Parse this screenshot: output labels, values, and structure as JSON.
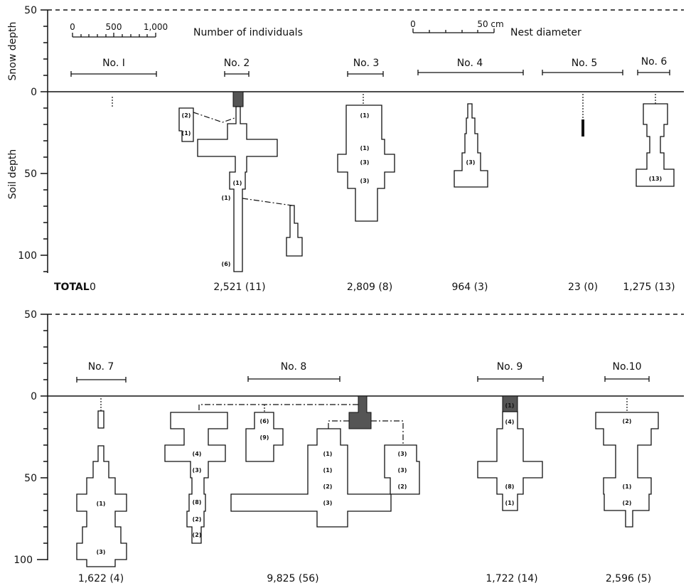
{
  "axes": {
    "snow_depth_label": "Snow depth",
    "soil_depth_label": "Soil depth",
    "top_ticks": [
      "50",
      "0",
      "50",
      "100"
    ],
    "bottom_ticks": [
      "50",
      "0",
      "50",
      "100"
    ]
  },
  "scales": {
    "individuals": {
      "ticks": [
        "0",
        "500",
        "1,000"
      ],
      "label": "Number of individuals"
    },
    "diameter": {
      "ticks": [
        "0",
        "50 cm"
      ],
      "label": "Nest diameter"
    }
  },
  "top_panel": {
    "total_label": "TOTAL",
    "nests": [
      {
        "name": "No. I",
        "total": "0"
      },
      {
        "name": "No. 2",
        "total": "2,521 (11)"
      },
      {
        "name": "No. 3",
        "total": "2,809 (8)"
      },
      {
        "name": "No. 4",
        "total": "964 (3)"
      },
      {
        "name": "No. 5",
        "total": "23 (0)"
      },
      {
        "name": "No. 6",
        "total": "1,275 (13)"
      }
    ]
  },
  "bottom_panel": {
    "nests": [
      {
        "name": "No. 7",
        "total": "1,622 (4)"
      },
      {
        "name": "No. 8",
        "total": "9,825 (56)"
      },
      {
        "name": "No. 9",
        "total": "1,722 (14)"
      },
      {
        "name": "No.10",
        "total": "2,596 (5)"
      }
    ]
  },
  "chamber_labels": {
    "n2": [
      "(2)",
      "(1)",
      "(1)",
      "(1)",
      "(6)"
    ],
    "n3": [
      "(1)",
      "(1)",
      "(3)",
      "(3)"
    ],
    "n4": [
      "(3)"
    ],
    "n6": [
      "(13)"
    ],
    "n7": [
      "(1)",
      "(3)"
    ],
    "n8a": [
      "(4)",
      "(3)",
      "(8)",
      "(2)",
      "(2)"
    ],
    "n8b": [
      "(6)",
      "(9)"
    ],
    "n8c": [
      "(1)",
      "(1)",
      "(2)",
      "(3)"
    ],
    "n8d": [
      "(3)",
      "(3)",
      "(2)"
    ],
    "n9": [
      "(1)",
      "(4)",
      "(8)",
      "(1)"
    ],
    "n10": [
      "(2)",
      "(1)",
      "(2)"
    ]
  }
}
